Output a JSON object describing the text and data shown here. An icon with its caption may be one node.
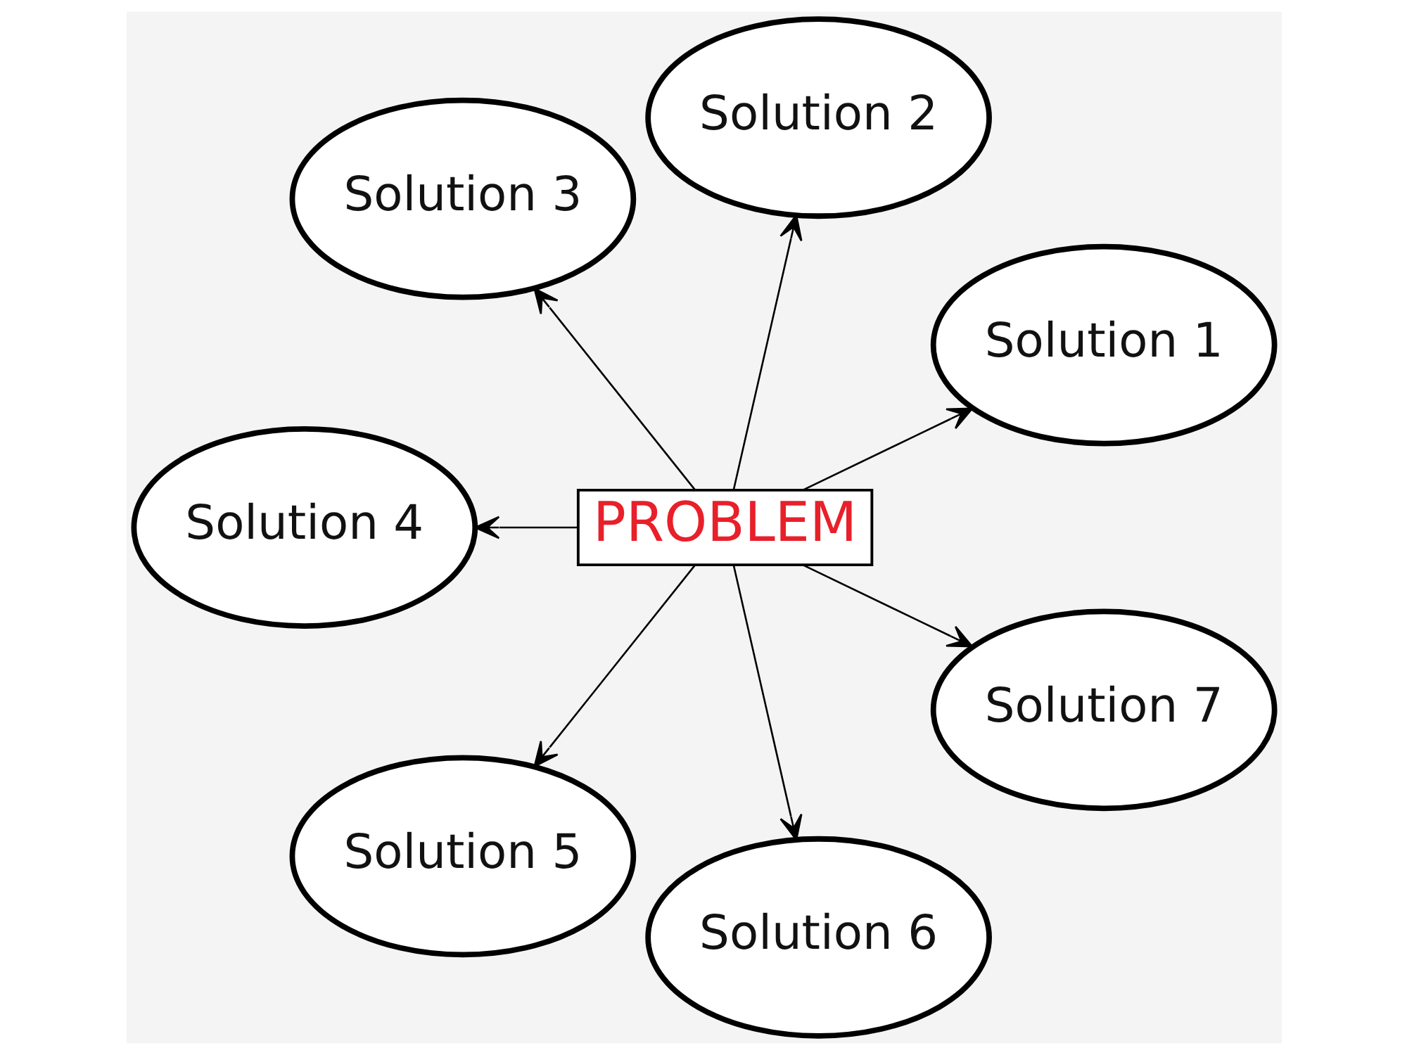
{
  "diagram": {
    "nodes": [
      {
        "text": [
          "PROBLEM"
        ]
      },
      {
        "text": [
          "Solution 1"
        ]
      },
      {
        "text": [
          "Solution 2"
        ]
      },
      {
        "text": [
          "Solution 3"
        ]
      },
      {
        "text": [
          "Solution 4"
        ]
      },
      {
        "text": [
          "Solution 5"
        ]
      },
      {
        "text": [
          "Solution 6"
        ]
      },
      {
        "text": [
          "Solution 7"
        ]
      }
    ],
    "edges": [
      {
        "from": 0,
        "to": 1,
        "arrow": "to"
      },
      {
        "from": 0,
        "to": 2,
        "arrow": "to"
      },
      {
        "from": 0,
        "to": 3,
        "arrow": "to"
      },
      {
        "from": 0,
        "to": 4,
        "arrow": "to"
      },
      {
        "from": 0,
        "to": 5,
        "arrow": "to"
      },
      {
        "from": 0,
        "to": 6,
        "arrow": "to"
      },
      {
        "from": 0,
        "to": 7,
        "arrow": "to"
      }
    ]
  }
}
